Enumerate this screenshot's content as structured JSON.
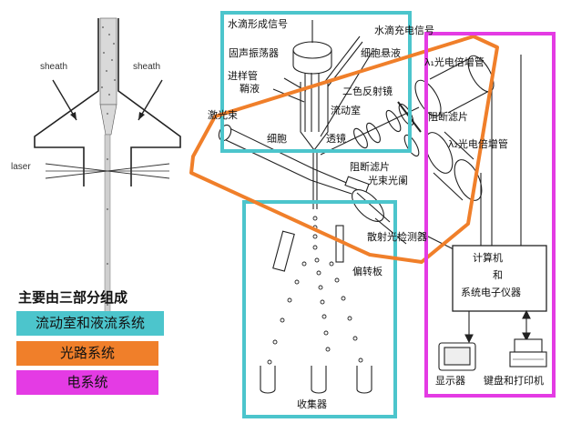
{
  "left_diagram": {
    "sheath_left": "sheath",
    "sheath_right": "sheath",
    "laser": "laser"
  },
  "labels": {
    "drop_signal": "水滴形成信号",
    "drop_charge": "水滴充电信号",
    "piezo": "固声振荡器",
    "cell_suspension": "细胞悬液",
    "sample_tube": "进样管",
    "sheath_fluid": "鞘液",
    "dichroic": "二色反射镜",
    "pmt1": "λ₁光电倍增管",
    "flow_chamber": "流动室",
    "laser_beam": "激光束",
    "cell": "细胞",
    "lens": "透镜",
    "blocking_filter1": "阻断滤片",
    "pmt2": "λ₂光电倍增管",
    "blocking_filter2": "阻断滤片",
    "beam_stop": "光束光阑",
    "scatter_detector": "散射光检测器",
    "deflection_plate": "偏转板",
    "computer_line1": "计算机",
    "computer_line2": "和",
    "computer_line3": "系统电子仪器",
    "display": "显示器",
    "keyboard_printer": "键盘和打印机",
    "collector": "收集器"
  },
  "legend": {
    "title": "主要由三部分组成",
    "items": [
      {
        "label": "流动室和液流系统",
        "color": "#4cc5cc"
      },
      {
        "label": "光路系统",
        "color": "#f07f2a"
      },
      {
        "label": "电系统",
        "color": "#e43be4"
      }
    ]
  },
  "colors": {
    "fluidics_outline": "#4cc5cc",
    "optics_outline": "#f07f2a",
    "electronics_outline": "#e43be4"
  }
}
